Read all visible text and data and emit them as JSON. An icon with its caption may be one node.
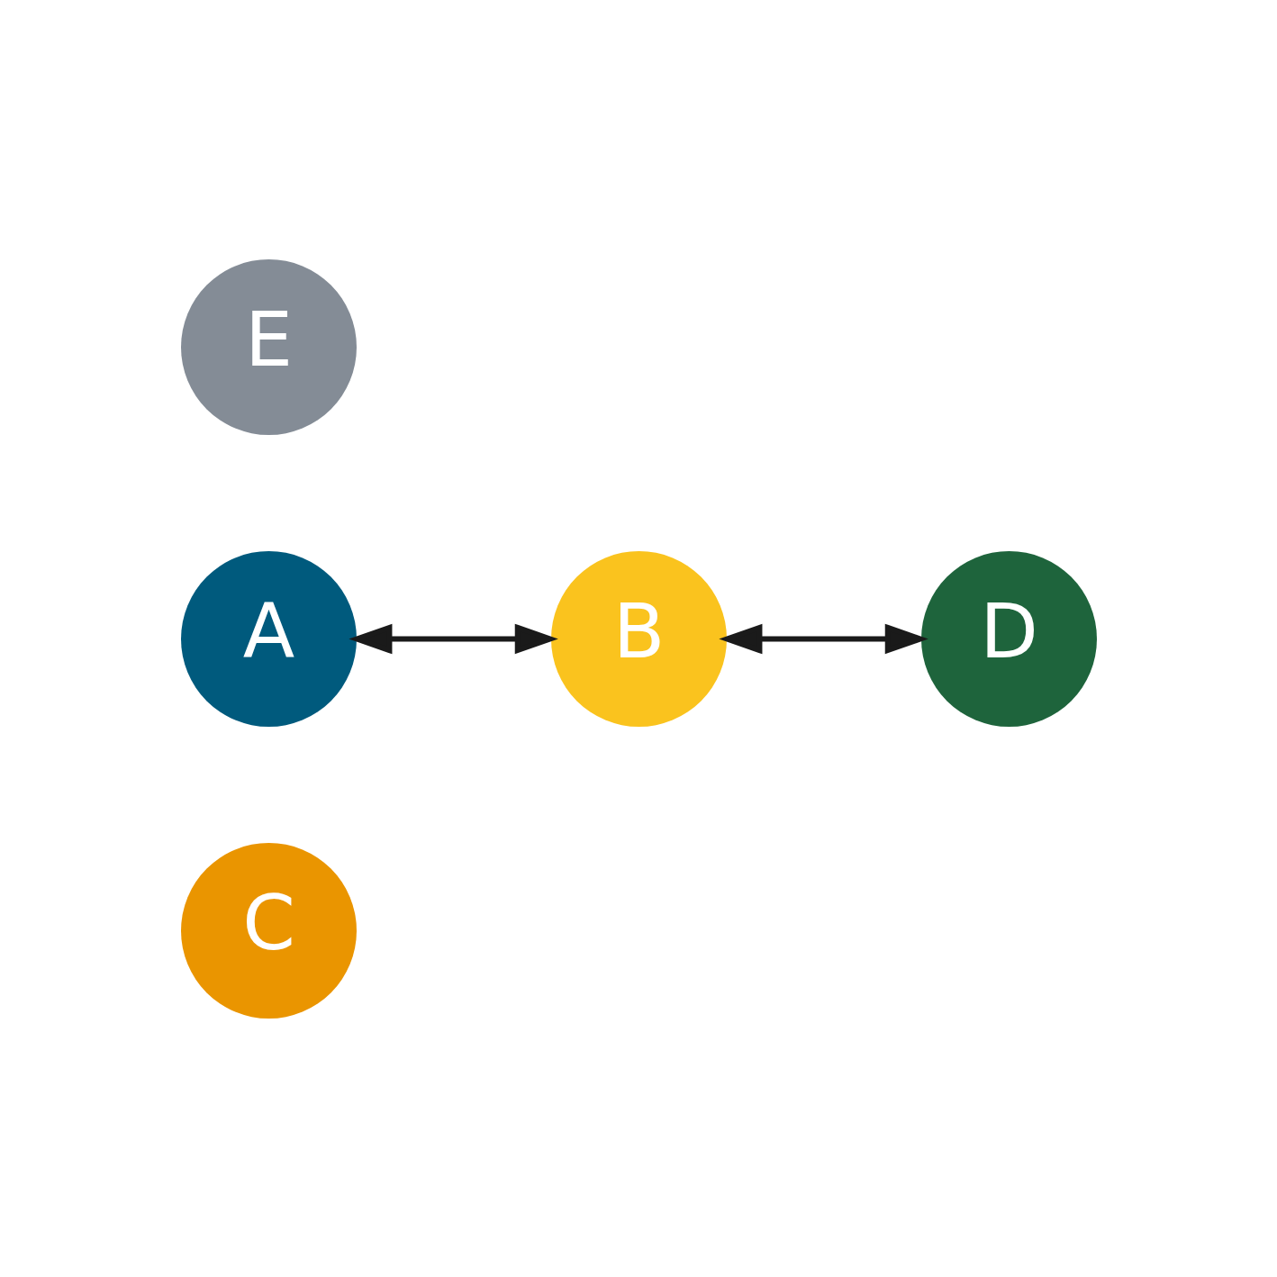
{
  "diagram": {
    "nodes": [
      {
        "text": [
          "C"
        ]
      },
      {
        "text": [
          "D"
        ]
      },
      {
        "text": [
          "E"
        ]
      },
      {
        "text": [
          "A"
        ]
      },
      {
        "text": [
          "B"
        ]
      }
    ],
    "edges": [
      {
        "from": 3,
        "to": 4,
        "arrow": "both"
      },
      {
        "from": 4,
        "to": 1,
        "arrow": "both"
      }
    ]
  }
}
